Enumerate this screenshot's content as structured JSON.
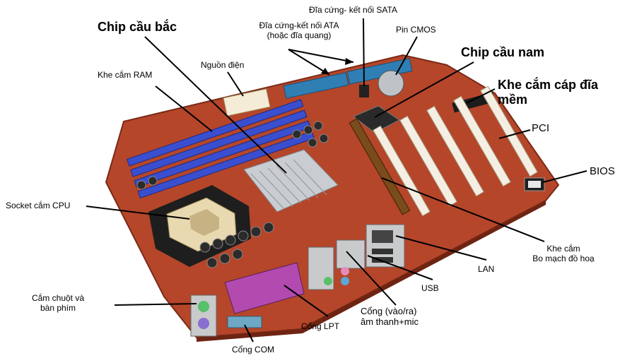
{
  "labels": {
    "chip_cau_bac": "Chip cầu bắc",
    "chip_cau_nam": "Chip cầu nam",
    "khe_cam_ram": "Khe cắm RAM",
    "nguon_dien": "Nguồn điện",
    "dia_cung_sata": "Đĩa cứng- kết nối SATA",
    "dia_cung_ata_1": "Đĩa cứng-kết nối ATA",
    "dia_cung_ata_2": "(hoặc đĩa quang)",
    "pin_cmos": "Pin CMOS",
    "khe_cam_cap_1": "Khe cắm cáp đĩa",
    "khe_cam_cap_2": "mềm",
    "pci": "PCI",
    "bios": "BIOS",
    "socket_cpu": "Socket cắm CPU",
    "khe_cam_do_hoa_1": "Khe cắm",
    "khe_cam_do_hoa_2": "Bo mạch đồ hoạ",
    "lan": "LAN",
    "usb": "USB",
    "cuon_chuot_1": "Cắm chuột và",
    "cuon_chuot_2": "bàn phím",
    "cong_am_thanh_1": "Cổng (vào/ra)",
    "cong_am_thanh_2": "âm thanh+mic",
    "cong_lpt": "Cổng LPT",
    "cong_com": "Cổng COM"
  },
  "colors": {
    "board": "#b5462a",
    "board_dark": "#8a2f1a",
    "ram_slot": "#3a4fd0",
    "pci_slot": "#f4efe2",
    "ide": "#2f7fb5",
    "lpt": "#b24ab0",
    "heatsink": "#c9ccd0",
    "audio_pink": "#e58bb8",
    "audio_green": "#58c06a",
    "audio_blue": "#5aa8d8"
  }
}
